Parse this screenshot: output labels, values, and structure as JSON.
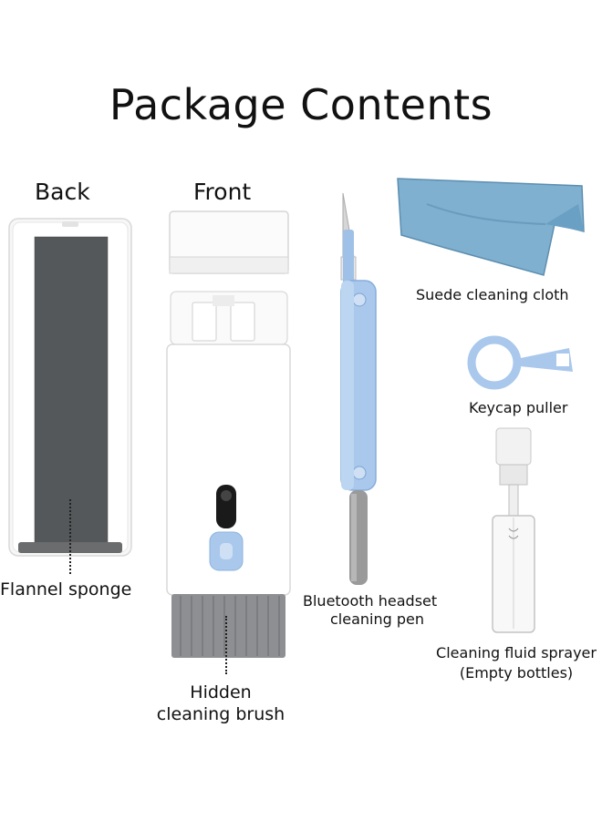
{
  "title": "Package Contents",
  "labels": {
    "back": "Back",
    "front": "Front",
    "flannel": "Flannel sponge",
    "hidden_line1": "Hidden",
    "hidden_line2": "cleaning brush",
    "pen_line1": "Bluetooth headset",
    "pen_line2": "cleaning pen",
    "cloth": "Suede cleaning cloth",
    "keycap": "Keycap puller",
    "sprayer_line1": "Cleaning fluid sprayer",
    "sprayer_line2": "(Empty bottles)"
  },
  "colors": {
    "sponge": "#55585a",
    "accent_blue": "#a9c8ec",
    "cloth_blue": "#7fb0d0",
    "brush_gray": "#8d8f92"
  }
}
